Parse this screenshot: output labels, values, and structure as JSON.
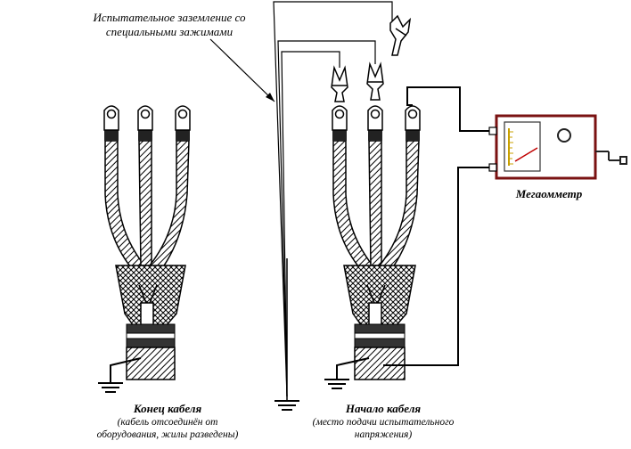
{
  "labels": {
    "test_ground_line1": "Испытательное заземление со",
    "test_ground_line2": "специальными зажимами",
    "megohmmeter": "Мегаомметр",
    "cable_end_title": "Конец кабеля",
    "cable_end_note_line1": "(кабель отсоединён от",
    "cable_end_note_line2": "оборудования, жилы разведены)",
    "cable_start_title": "Начало кабеля",
    "cable_start_note_line1": "(место подачи испытательного",
    "cable_start_note_line2": "напряжения)"
  },
  "colors": {
    "line": "#000000",
    "megohmmeter_border": "#7a1212",
    "megohmmeter_fill": "#ffffff",
    "meter_scale": "#c8a000",
    "meter_needle": "#c00000"
  }
}
